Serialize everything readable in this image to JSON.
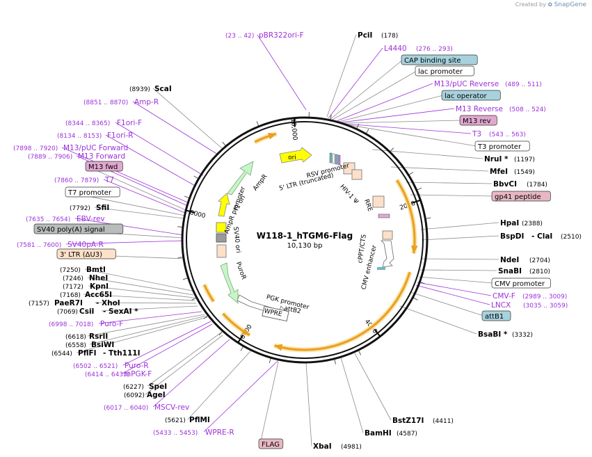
{
  "credit": {
    "prefix": "Created by",
    "brand": "SnapGene"
  },
  "plasmid": {
    "name": "W118-1_hTGM6-Flag",
    "size_label": "10,130 bp",
    "length": 10130
  },
  "ticks": [
    "2000",
    "4000",
    "6000",
    "8000",
    "10,000"
  ],
  "colors": {
    "enzyme": "#000000",
    "primer": "#9b30d9",
    "backbone": "#111111",
    "yellow_feature": "#ffff00",
    "green_feature": "#c8f5c8",
    "orange_arrow": "#e8a020",
    "label_box_blue": "#a7d2dd",
    "label_box_pink": "#e0a8cf",
    "label_box_flag": "#e7b8c4",
    "label_box_peach": "#fde0c8"
  },
  "inner_features": [
    {
      "name": "ori",
      "kind": "yellow"
    },
    {
      "name": "RSV promoter",
      "kind": "text"
    },
    {
      "name": "5' LTR (truncated)",
      "kind": "text"
    },
    {
      "name": "HIV-1 Ψ",
      "kind": "text"
    },
    {
      "name": "RRE",
      "kind": "text"
    },
    {
      "name": "cPPT/CTS",
      "kind": "text"
    },
    {
      "name": "CMV enhancer",
      "kind": "text"
    },
    {
      "name": "PGK promoter",
      "kind": "text"
    },
    {
      "name": "attB2",
      "kind": "text"
    },
    {
      "name": "WPRE",
      "kind": "text"
    },
    {
      "name": "PuroR",
      "kind": "text"
    },
    {
      "name": "SV40 ori",
      "kind": "text"
    },
    {
      "name": "f1 ori",
      "kind": "text"
    },
    {
      "name": "AmpR promoter",
      "kind": "text"
    },
    {
      "name": "AmpR",
      "kind": "text"
    }
  ],
  "labels": [
    {
      "text": "(23 .. 42)",
      "kind": "pcoord"
    },
    {
      "text": "pBR322ori-F",
      "kind": "primer"
    },
    {
      "text": "PciI",
      "kind": "enzyme"
    },
    {
      "text": "(178)",
      "kind": "coord"
    },
    {
      "text": "L4440",
      "kind": "primer"
    },
    {
      "text": "(276 .. 293)",
      "kind": "pcoord"
    },
    {
      "text": "CAP binding site",
      "kind": "box_blue"
    },
    {
      "text": "lac promoter",
      "kind": "box_white"
    },
    {
      "text": "M13/pUC Reverse",
      "kind": "primer"
    },
    {
      "text": "(489 .. 511)",
      "kind": "pcoord"
    },
    {
      "text": "lac operator",
      "kind": "box_blue"
    },
    {
      "text": "M13 Reverse",
      "kind": "primer"
    },
    {
      "text": "(508 .. 524)",
      "kind": "pcoord"
    },
    {
      "text": "M13 rev",
      "kind": "box_pink"
    },
    {
      "text": "T3",
      "kind": "primer"
    },
    {
      "text": "(543 .. 563)",
      "kind": "pcoord"
    },
    {
      "text": "T3 promoter",
      "kind": "box_white"
    },
    {
      "text": "NruI *",
      "kind": "enzyme"
    },
    {
      "text": "(1197)",
      "kind": "coord"
    },
    {
      "text": "MfeI",
      "kind": "enzyme"
    },
    {
      "text": "(1549)",
      "kind": "coord"
    },
    {
      "text": "BbvCI",
      "kind": "enzyme"
    },
    {
      "text": "(1784)",
      "kind": "coord"
    },
    {
      "text": "gp41 peptide",
      "kind": "box_flag"
    },
    {
      "text": "HpaI",
      "kind": "enzyme"
    },
    {
      "text": "(2388)",
      "kind": "coord"
    },
    {
      "text": "BspDI",
      "kind": "enzyme"
    },
    {
      "text": "- ClaI",
      "kind": "enzyme"
    },
    {
      "text": "(2510)",
      "kind": "coord"
    },
    {
      "text": "NdeI",
      "kind": "enzyme"
    },
    {
      "text": "(2704)",
      "kind": "coord"
    },
    {
      "text": "SnaBI",
      "kind": "enzyme"
    },
    {
      "text": "(2810)",
      "kind": "coord"
    },
    {
      "text": "CMV promoter",
      "kind": "box_white"
    },
    {
      "text": "CMV-F",
      "kind": "primer"
    },
    {
      "text": "(2989 .. 3009)",
      "kind": "pcoord"
    },
    {
      "text": "LNCX",
      "kind": "primer"
    },
    {
      "text": "(3035 .. 3059)",
      "kind": "pcoord"
    },
    {
      "text": "attB1",
      "kind": "box_blue"
    },
    {
      "text": "BsaBI *",
      "kind": "enzyme"
    },
    {
      "text": "(3332)",
      "kind": "coord"
    },
    {
      "text": "BstZ17I",
      "kind": "enzyme"
    },
    {
      "text": "(4411)",
      "kind": "coord"
    },
    {
      "text": "BamHI",
      "kind": "enzyme"
    },
    {
      "text": "(4587)",
      "kind": "coord"
    },
    {
      "text": "XbaI",
      "kind": "enzyme"
    },
    {
      "text": "(4981)",
      "kind": "coord"
    },
    {
      "text": "FLAG",
      "kind": "box_flag"
    },
    {
      "text": "(5433 .. 5453)",
      "kind": "pcoord"
    },
    {
      "text": "WPRE-R",
      "kind": "primer"
    },
    {
      "text": "(5621)",
      "kind": "coord"
    },
    {
      "text": "PflMI",
      "kind": "enzyme"
    },
    {
      "text": "(6017 .. 6040)",
      "kind": "pcoord"
    },
    {
      "text": "MSCV-rev",
      "kind": "primer"
    },
    {
      "text": "(6092)",
      "kind": "coord"
    },
    {
      "text": "AgeI",
      "kind": "enzyme"
    },
    {
      "text": "(6227)",
      "kind": "coord"
    },
    {
      "text": "SpeI",
      "kind": "enzyme"
    },
    {
      "text": "(6414 .. 6433)",
      "kind": "pcoord"
    },
    {
      "text": "mPGK-F",
      "kind": "primer"
    },
    {
      "text": "(6502 .. 6521)",
      "kind": "pcoord"
    },
    {
      "text": "Puro-R",
      "kind": "primer"
    },
    {
      "text": "(6544)",
      "kind": "coord"
    },
    {
      "text": "PflFI",
      "kind": "enzyme"
    },
    {
      "text": "- Tth111I",
      "kind": "enzyme"
    },
    {
      "text": "(6558)",
      "kind": "coord"
    },
    {
      "text": "BsiWI",
      "kind": "enzyme"
    },
    {
      "text": "(6618)",
      "kind": "coord"
    },
    {
      "text": "RsrII",
      "kind": "enzyme"
    },
    {
      "text": "(6998 .. 7018)",
      "kind": "pcoord"
    },
    {
      "text": "Puro-F",
      "kind": "primer"
    },
    {
      "text": "(7069)",
      "kind": "coord"
    },
    {
      "text": "CsiI",
      "kind": "enzyme"
    },
    {
      "text": "- SexAI *",
      "kind": "enzyme"
    },
    {
      "text": "(7157)",
      "kind": "coord"
    },
    {
      "text": "PaeR7I",
      "kind": "enzyme"
    },
    {
      "text": "- XhoI",
      "kind": "enzyme"
    },
    {
      "text": "(7168)",
      "kind": "coord"
    },
    {
      "text": "Acc65I",
      "kind": "enzyme"
    },
    {
      "text": "(7172)",
      "kind": "coord"
    },
    {
      "text": "KpnI",
      "kind": "enzyme"
    },
    {
      "text": "(7246)",
      "kind": "coord"
    },
    {
      "text": "NheI",
      "kind": "enzyme"
    },
    {
      "text": "(7250)",
      "kind": "coord"
    },
    {
      "text": "BmtI",
      "kind": "enzyme"
    },
    {
      "text": "3' LTR (ΔU3)",
      "kind": "box_peach"
    },
    {
      "text": "(7581 .. 7600)",
      "kind": "pcoord"
    },
    {
      "text": "SV40pA-R",
      "kind": "primer"
    },
    {
      "text": "SV40 poly(A) signal",
      "kind": "box_gray"
    },
    {
      "text": "(7635 .. 7654)",
      "kind": "pcoord"
    },
    {
      "text": "EBV-rev",
      "kind": "primer"
    },
    {
      "text": "(7792)",
      "kind": "coord"
    },
    {
      "text": "SfiI",
      "kind": "enzyme"
    },
    {
      "text": "T7 promoter",
      "kind": "box_white"
    },
    {
      "text": "(7860 .. 7879)",
      "kind": "pcoord"
    },
    {
      "text": "T7",
      "kind": "primer"
    },
    {
      "text": "M13 fwd",
      "kind": "box_pink"
    },
    {
      "text": "(7889 .. 7906)",
      "kind": "pcoord"
    },
    {
      "text": "M13 Forward",
      "kind": "primer"
    },
    {
      "text": "(7898 .. 7920)",
      "kind": "pcoord"
    },
    {
      "text": "M13/pUC Forward",
      "kind": "primer"
    },
    {
      "text": "(8134 .. 8153)",
      "kind": "pcoord"
    },
    {
      "text": "F1ori-R",
      "kind": "primer"
    },
    {
      "text": "(8344 .. 8365)",
      "kind": "pcoord"
    },
    {
      "text": "F1ori-F",
      "kind": "primer"
    },
    {
      "text": "(8851 .. 8870)",
      "kind": "pcoord"
    },
    {
      "text": "Amp-R",
      "kind": "primer"
    },
    {
      "text": "(8939)",
      "kind": "coord"
    },
    {
      "text": "ScaI",
      "kind": "enzyme"
    }
  ]
}
